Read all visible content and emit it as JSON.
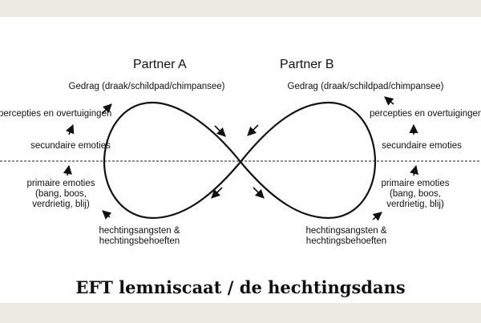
{
  "colors": {
    "page_band": "#ebebe3",
    "canvas": "#ffffff",
    "ink": "#111111"
  },
  "partner_a": {
    "name": "Partner A",
    "behavior": "Gedrag (draak/schildpad/chimpansee)",
    "perceptions": "percepties en overtuigingen",
    "secondary": "secundaire emoties",
    "primary_line1": "primaire emoties",
    "primary_line2": "(bang, boos,",
    "primary_line3": "verdrietig, blij)",
    "attachment_line1": "hechtingsangsten &",
    "attachment_line2": "hechtingsbehoeften"
  },
  "partner_b": {
    "name": "Partner B",
    "behavior": "Gedrag (draak/schildpad/chimpansee)",
    "perceptions": "percepties en overtuigingen",
    "secondary": "secundaire emoties",
    "primary_line1": "primaire emoties",
    "primary_line2": "(bang, boos,",
    "primary_line3": "verdrietig, blij)",
    "attachment_line1": "hechtingsangsten &",
    "attachment_line2": "hechtingsbehoeften"
  },
  "title": "EFT lemniscaat / de hechtingsdans"
}
